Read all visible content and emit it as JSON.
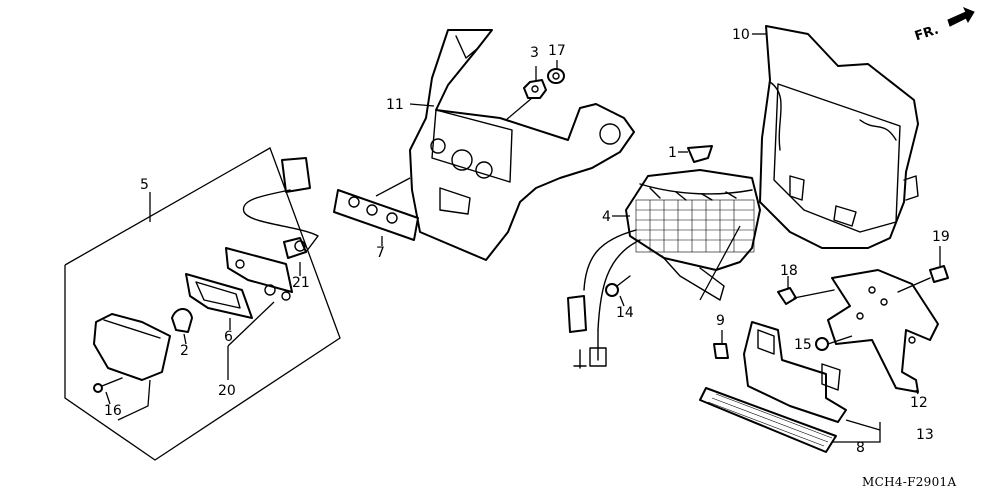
{
  "diagram": {
    "code": "MCH4-F2901A",
    "direction": "FR.",
    "direction_icon": "arrow-front-icon",
    "callouts": [
      {
        "id": "c1",
        "text": "1"
      },
      {
        "id": "c2",
        "text": "2"
      },
      {
        "id": "c3",
        "text": "3"
      },
      {
        "id": "c4",
        "text": "4"
      },
      {
        "id": "c5",
        "text": "5"
      },
      {
        "id": "c6",
        "text": "6"
      },
      {
        "id": "c7",
        "text": "7"
      },
      {
        "id": "c8",
        "text": "8"
      },
      {
        "id": "c9",
        "text": "9"
      },
      {
        "id": "c10",
        "text": "10"
      },
      {
        "id": "c11",
        "text": "11"
      },
      {
        "id": "c12",
        "text": "12"
      },
      {
        "id": "c13",
        "text": "13"
      },
      {
        "id": "c14",
        "text": "14"
      },
      {
        "id": "c15",
        "text": "15"
      },
      {
        "id": "c16",
        "text": "16"
      },
      {
        "id": "c17",
        "text": "17"
      },
      {
        "id": "c18",
        "text": "18"
      },
      {
        "id": "c19",
        "text": "19"
      },
      {
        "id": "c20",
        "text": "20"
      },
      {
        "id": "c21",
        "text": "21"
      }
    ]
  }
}
